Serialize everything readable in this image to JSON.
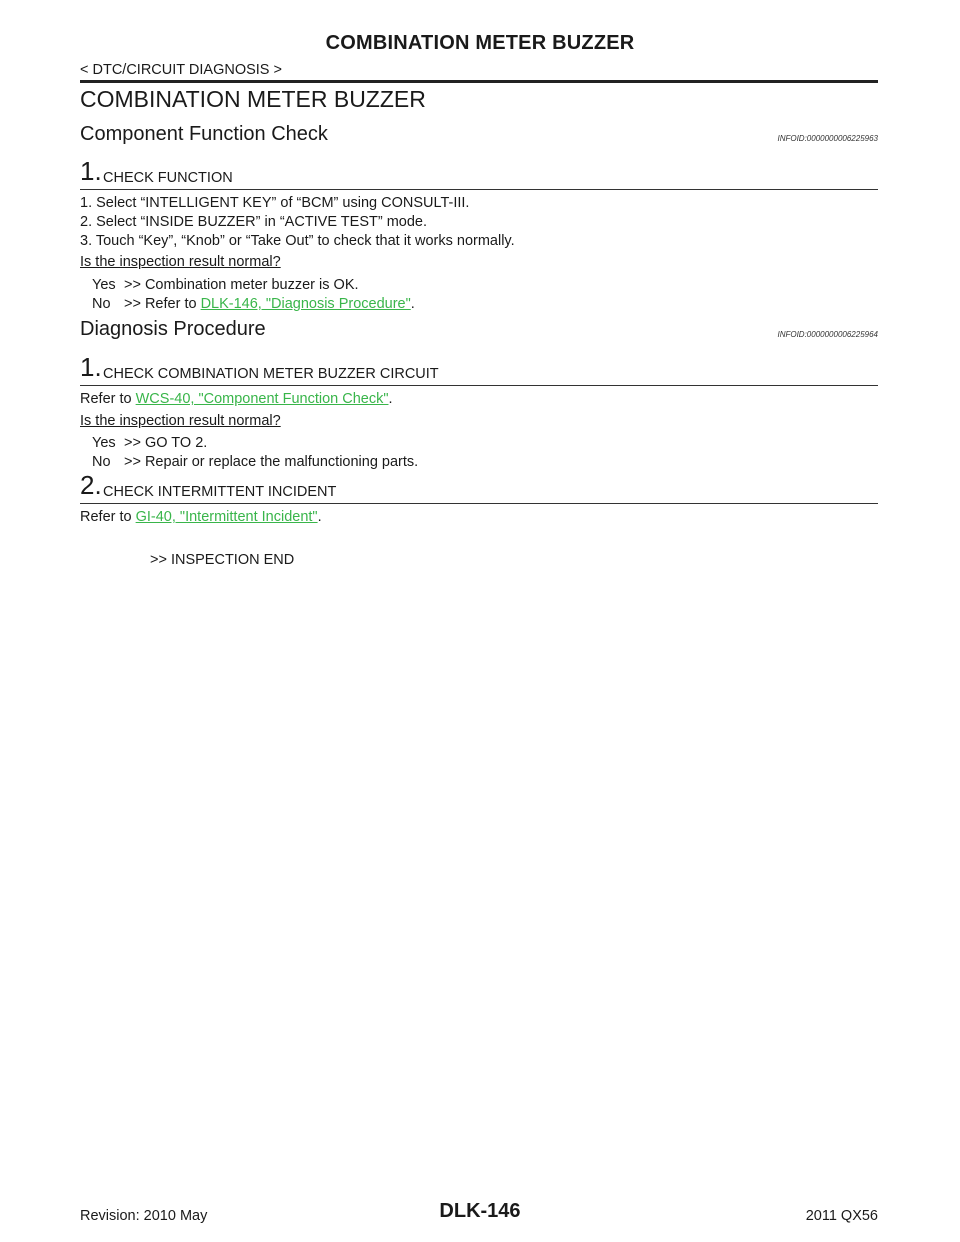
{
  "header": {
    "title": "COMBINATION METER BUZZER",
    "breadcrumb": "< DTC/CIRCUIT DIAGNOSIS >"
  },
  "main_title": "COMBINATION METER BUZZER",
  "component_check": {
    "title": "Component Function Check",
    "infoid": "INFOID:0000000006225963",
    "step1": {
      "num": "1.",
      "label": "CHECK FUNCTION",
      "items": [
        "1. Select “INTELLIGENT KEY” of “BCM” using CONSULT-III.",
        "2. Select “INSIDE BUZZER” in “ACTIVE TEST” mode.",
        "3. Touch “Key”, “Knob” or “Take Out” to check that it works normally."
      ],
      "question": "Is the inspection result normal?",
      "yes_key": "Yes",
      "yes_text": ">> Combination meter buzzer is OK.",
      "no_key": "No",
      "no_prefix": ">> Refer to ",
      "no_link": "DLK-146, \"Diagnosis Procedure\"",
      "no_suffix": "."
    }
  },
  "diagnosis": {
    "title": "Diagnosis Procedure",
    "infoid": "INFOID:0000000006225964",
    "step1": {
      "num": "1.",
      "label": "CHECK COMBINATION METER BUZZER CIRCUIT",
      "refer_prefix": "Refer to ",
      "refer_link": "WCS-40, \"Component Function Check\"",
      "refer_suffix": ".",
      "question": "Is the inspection result normal?",
      "yes_key": "Yes",
      "yes_text": ">> GO TO 2.",
      "no_key": "No",
      "no_text": ">> Repair or replace the malfunctioning parts."
    },
    "step2": {
      "num": "2.",
      "label": "CHECK INTERMITTENT INCIDENT",
      "refer_prefix": "Refer to ",
      "refer_link": "GI-40, \"Intermittent Incident\"",
      "refer_suffix": ".",
      "end_text": ">> INSPECTION END"
    }
  },
  "footer": {
    "revision": "Revision: 2010 May",
    "page": "DLK-146",
    "model": "2011 QX56"
  }
}
